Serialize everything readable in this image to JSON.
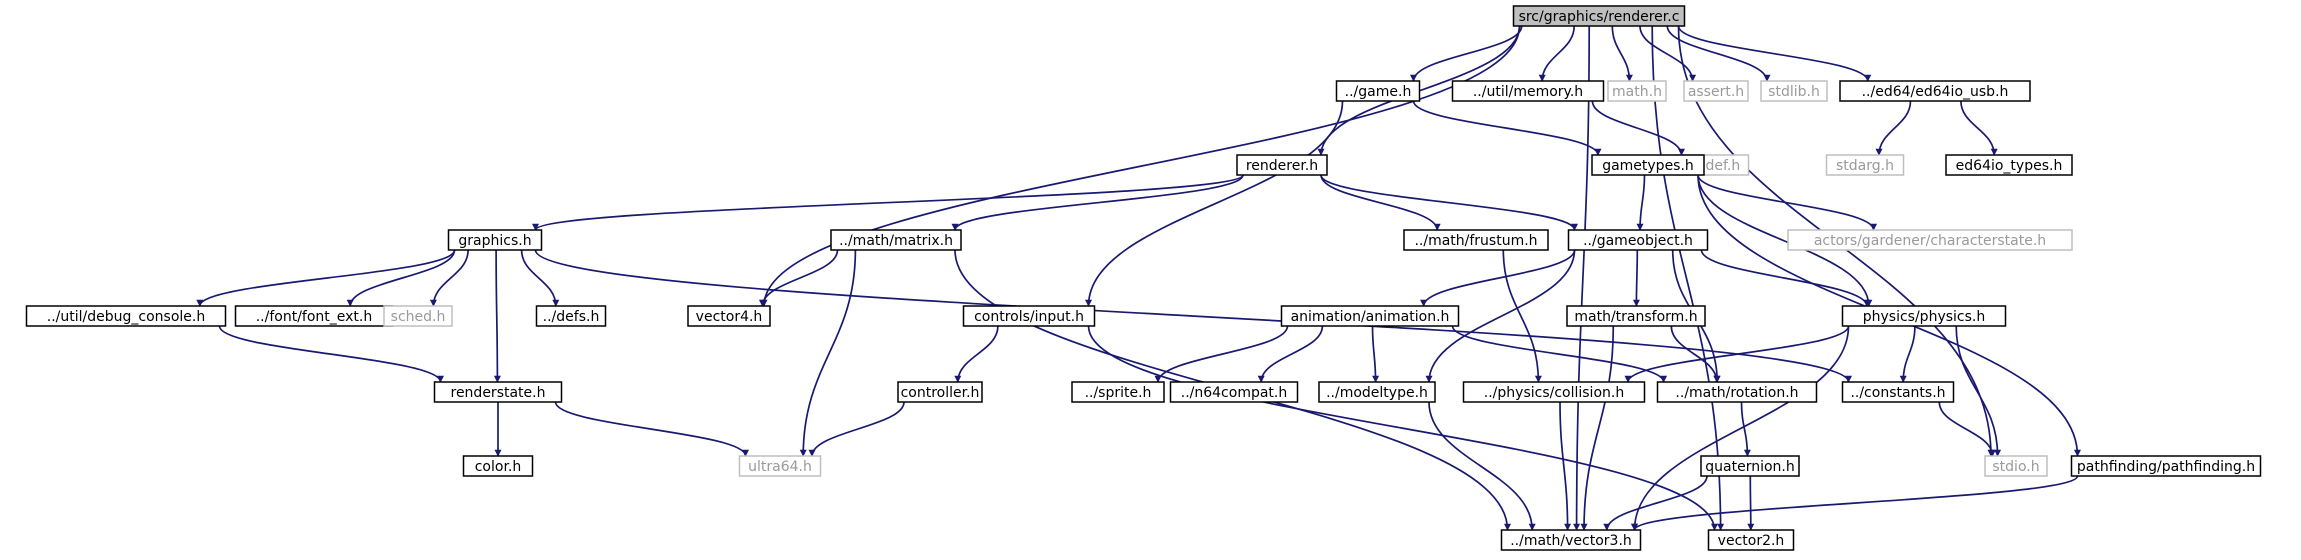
{
  "nodes": [
    {
      "id": "root",
      "label": "src/graphics/renderer.c",
      "kind": "root"
    },
    {
      "id": "game",
      "label": "../game.h",
      "kind": "file"
    },
    {
      "id": "memory",
      "label": "../util/memory.h",
      "kind": "file"
    },
    {
      "id": "math",
      "label": "math.h",
      "kind": "system"
    },
    {
      "id": "assert",
      "label": "assert.h",
      "kind": "system"
    },
    {
      "id": "stdlib",
      "label": "stdlib.h",
      "kind": "system"
    },
    {
      "id": "ed64io",
      "label": "../ed64/ed64io_usb.h",
      "kind": "file"
    },
    {
      "id": "stddef",
      "label": "stddef.h",
      "kind": "system"
    },
    {
      "id": "stdarg",
      "label": "stdarg.h",
      "kind": "system"
    },
    {
      "id": "ed64types",
      "label": "ed64io_types.h",
      "kind": "file"
    },
    {
      "id": "renderer",
      "label": "renderer.h",
      "kind": "file"
    },
    {
      "id": "gametypes",
      "label": "gametypes.h",
      "kind": "file"
    },
    {
      "id": "graphics",
      "label": "graphics.h",
      "kind": "file"
    },
    {
      "id": "matrix",
      "label": "../math/matrix.h",
      "kind": "file"
    },
    {
      "id": "frustum",
      "label": "../math/frustum.h",
      "kind": "file"
    },
    {
      "id": "gameobject",
      "label": "../gameobject.h",
      "kind": "file"
    },
    {
      "id": "characterstate",
      "label": "actors/gardener/characterstate.h",
      "kind": "system"
    },
    {
      "id": "debugconsole",
      "label": "../util/debug_console.h",
      "kind": "file"
    },
    {
      "id": "fontext",
      "label": "../font/font_ext.h",
      "kind": "file"
    },
    {
      "id": "sched",
      "label": "sched.h",
      "kind": "system"
    },
    {
      "id": "defs",
      "label": "../defs.h",
      "kind": "file"
    },
    {
      "id": "vector4",
      "label": "vector4.h",
      "kind": "file"
    },
    {
      "id": "input",
      "label": "controls/input.h",
      "kind": "file"
    },
    {
      "id": "animation",
      "label": "animation/animation.h",
      "kind": "file"
    },
    {
      "id": "transform",
      "label": "math/transform.h",
      "kind": "file"
    },
    {
      "id": "physics",
      "label": "physics/physics.h",
      "kind": "file"
    },
    {
      "id": "renderstate",
      "label": "renderstate.h",
      "kind": "file"
    },
    {
      "id": "controller",
      "label": "controller.h",
      "kind": "file"
    },
    {
      "id": "sprite",
      "label": "../sprite.h",
      "kind": "file"
    },
    {
      "id": "n64compat",
      "label": "../n64compat.h",
      "kind": "file"
    },
    {
      "id": "modeltype",
      "label": "../modeltype.h",
      "kind": "file"
    },
    {
      "id": "collision",
      "label": "../physics/collision.h",
      "kind": "file"
    },
    {
      "id": "rotation",
      "label": "../math/rotation.h",
      "kind": "file"
    },
    {
      "id": "constants",
      "label": "../constants.h",
      "kind": "file"
    },
    {
      "id": "color",
      "label": "color.h",
      "kind": "file"
    },
    {
      "id": "ultra64",
      "label": "ultra64.h",
      "kind": "system"
    },
    {
      "id": "quaternion",
      "label": "quaternion.h",
      "kind": "file"
    },
    {
      "id": "stdio",
      "label": "stdio.h",
      "kind": "system"
    },
    {
      "id": "pathfinding",
      "label": "pathfinding/pathfinding.h",
      "kind": "file"
    },
    {
      "id": "vector3",
      "label": "../math/vector3.h",
      "kind": "file"
    },
    {
      "id": "vector2",
      "label": "vector2.h",
      "kind": "file"
    }
  ],
  "edges": [
    [
      "root",
      "game"
    ],
    [
      "root",
      "memory"
    ],
    [
      "root",
      "math"
    ],
    [
      "root",
      "assert"
    ],
    [
      "root",
      "stdlib"
    ],
    [
      "root",
      "ed64io"
    ],
    [
      "root",
      "renderer"
    ],
    [
      "root",
      "vector4"
    ],
    [
      "root",
      "stdio"
    ],
    [
      "root",
      "vector3"
    ],
    [
      "root",
      "vector2"
    ],
    [
      "game",
      "gametypes"
    ],
    [
      "game",
      "input"
    ],
    [
      "memory",
      "stddef"
    ],
    [
      "ed64io",
      "stdarg"
    ],
    [
      "ed64io",
      "ed64types"
    ],
    [
      "renderer",
      "graphics"
    ],
    [
      "renderer",
      "matrix"
    ],
    [
      "renderer",
      "frustum"
    ],
    [
      "renderer",
      "gameobject"
    ],
    [
      "gametypes",
      "gameobject"
    ],
    [
      "gametypes",
      "characterstate"
    ],
    [
      "gametypes",
      "physics"
    ],
    [
      "gametypes",
      "pathfinding"
    ],
    [
      "graphics",
      "debugconsole"
    ],
    [
      "graphics",
      "fontext"
    ],
    [
      "graphics",
      "sched"
    ],
    [
      "graphics",
      "defs"
    ],
    [
      "graphics",
      "renderstate"
    ],
    [
      "graphics",
      "constants"
    ],
    [
      "matrix",
      "vector4"
    ],
    [
      "matrix",
      "ultra64"
    ],
    [
      "matrix",
      "vector3"
    ],
    [
      "frustum",
      "collision"
    ],
    [
      "gameobject",
      "animation"
    ],
    [
      "gameobject",
      "transform"
    ],
    [
      "gameobject",
      "physics"
    ],
    [
      "gameobject",
      "modeltype"
    ],
    [
      "gameobject",
      "rotation"
    ],
    [
      "debugconsole",
      "renderstate"
    ],
    [
      "input",
      "controller"
    ],
    [
      "input",
      "vector2"
    ],
    [
      "animation",
      "sprite"
    ],
    [
      "animation",
      "n64compat"
    ],
    [
      "animation",
      "modeltype"
    ],
    [
      "animation",
      "rotation"
    ],
    [
      "transform",
      "rotation"
    ],
    [
      "transform",
      "vector3"
    ],
    [
      "physics",
      "collision"
    ],
    [
      "physics",
      "constants"
    ],
    [
      "physics",
      "stdio"
    ],
    [
      "physics",
      "vector3"
    ],
    [
      "renderstate",
      "color"
    ],
    [
      "renderstate",
      "ultra64"
    ],
    [
      "controller",
      "ultra64"
    ],
    [
      "modeltype",
      "vector3"
    ],
    [
      "collision",
      "vector3"
    ],
    [
      "rotation",
      "quaternion"
    ],
    [
      "constants",
      "stdio"
    ],
    [
      "quaternion",
      "vector3"
    ],
    [
      "quaternion",
      "vector2"
    ],
    [
      "pathfinding",
      "vector3"
    ]
  ]
}
